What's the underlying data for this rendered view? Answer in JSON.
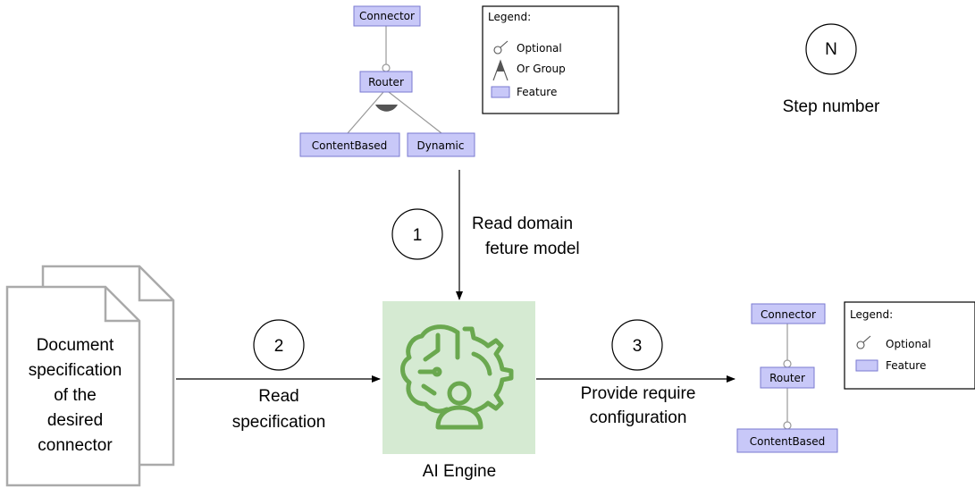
{
  "colors": {
    "feature_fill": "#c8c8f8",
    "feature_stroke": "#7a7ad0",
    "engine_bg": "#d5ead2",
    "engine_icon": "#6aa84f",
    "doc_stroke": "#aaaaaa",
    "tree_line": "#999999"
  },
  "step_legend": {
    "symbol": "N",
    "label": "Step number"
  },
  "domain_model": {
    "features": {
      "connector": "Connector",
      "router": "Router",
      "content_based": "ContentBased",
      "dynamic": "Dynamic"
    },
    "legend": {
      "title": "Legend:",
      "optional": "Optional",
      "or_group": "Or Group",
      "feature": "Feature"
    }
  },
  "config_model": {
    "features": {
      "connector": "Connector",
      "router": "Router",
      "content_based": "ContentBased"
    },
    "legend": {
      "title": "Legend:",
      "optional": "Optional",
      "feature": "Feature"
    }
  },
  "steps": [
    {
      "number": "1",
      "line1": "Read domain",
      "line2": "feture model"
    },
    {
      "number": "2",
      "line1": "Read",
      "line2": "specification"
    },
    {
      "number": "3",
      "line1": "Provide require",
      "line2": "configuration"
    }
  ],
  "document": {
    "lines": [
      "Document",
      "specification",
      "of the",
      "desired",
      "connector"
    ]
  },
  "engine": {
    "label": "AI Engine",
    "icon": "brain-gear-person-icon"
  }
}
